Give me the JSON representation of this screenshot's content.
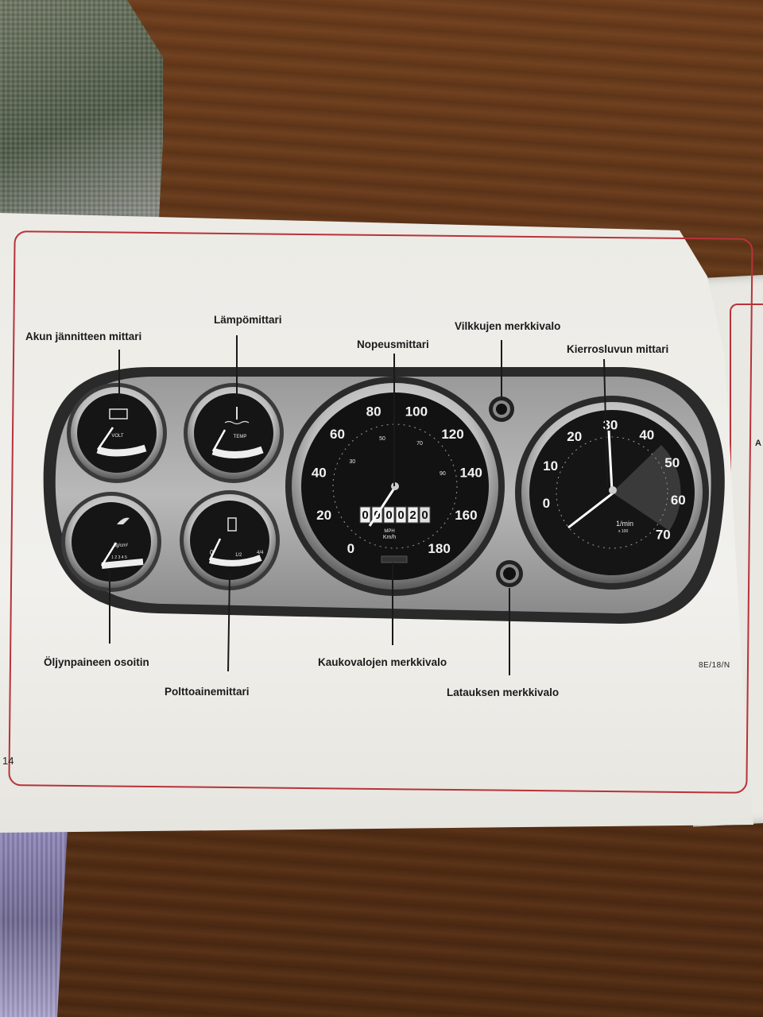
{
  "page": {
    "number": "14",
    "code": "8E/18/N",
    "side_page_letter": "A"
  },
  "labels": {
    "battery_voltage": "Akun jännitteen mittari",
    "temperature": "Lämpömittari",
    "speedometer": "Nopeusmittari",
    "turn_signal_light": "Vilkkujen merkkivalo",
    "tachometer": "Kierrosluvun mittari",
    "oil_pressure": "Öljynpaineen osoitin",
    "fuel_gauge": "Polttoainemittari",
    "high_beam_light": "Kaukovalojen  merkkivalo",
    "charging_light": "Latauksen merkkivalo"
  },
  "gauges": {
    "volt_label": "VOLT",
    "temp_label": "TEMP",
    "oil_unit": "kg/cm²",
    "oil_scale": "1  2  3  4  5",
    "fuel_empty": "0",
    "fuel_half": "1/2",
    "fuel_full": "4/4"
  },
  "speedometer": {
    "kmh_ticks": [
      "0",
      "20",
      "40",
      "60",
      "80",
      "100",
      "120",
      "140",
      "160",
      "180"
    ],
    "mph_ticks": [
      "30",
      "50",
      "70",
      "90"
    ],
    "odometer": [
      "0",
      "0",
      "0",
      "0",
      "2",
      "0"
    ],
    "unit_mph": "MPH",
    "unit_kmh": "Km/h"
  },
  "tachometer": {
    "ticks": [
      "0",
      "10",
      "20",
      "30",
      "40",
      "50",
      "60",
      "70"
    ],
    "unit": "1/min",
    "multiplier": "x 100",
    "redline_from": 60
  }
}
